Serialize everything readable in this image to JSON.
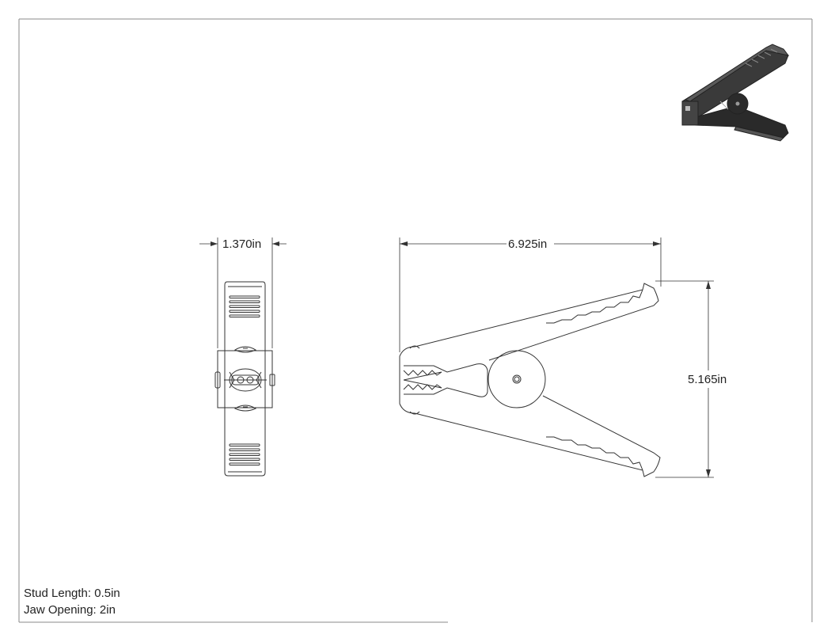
{
  "dimensions": {
    "width": "1.370in",
    "length": "6.925in",
    "height": "5.165in"
  },
  "notes": {
    "stud_length": "Stud Length: 0.5in",
    "jaw_opening": "Jaw Opening: 2in"
  },
  "colors": {
    "line": "#333333",
    "border": "#888888",
    "iso_body": "#2f2f2f"
  }
}
